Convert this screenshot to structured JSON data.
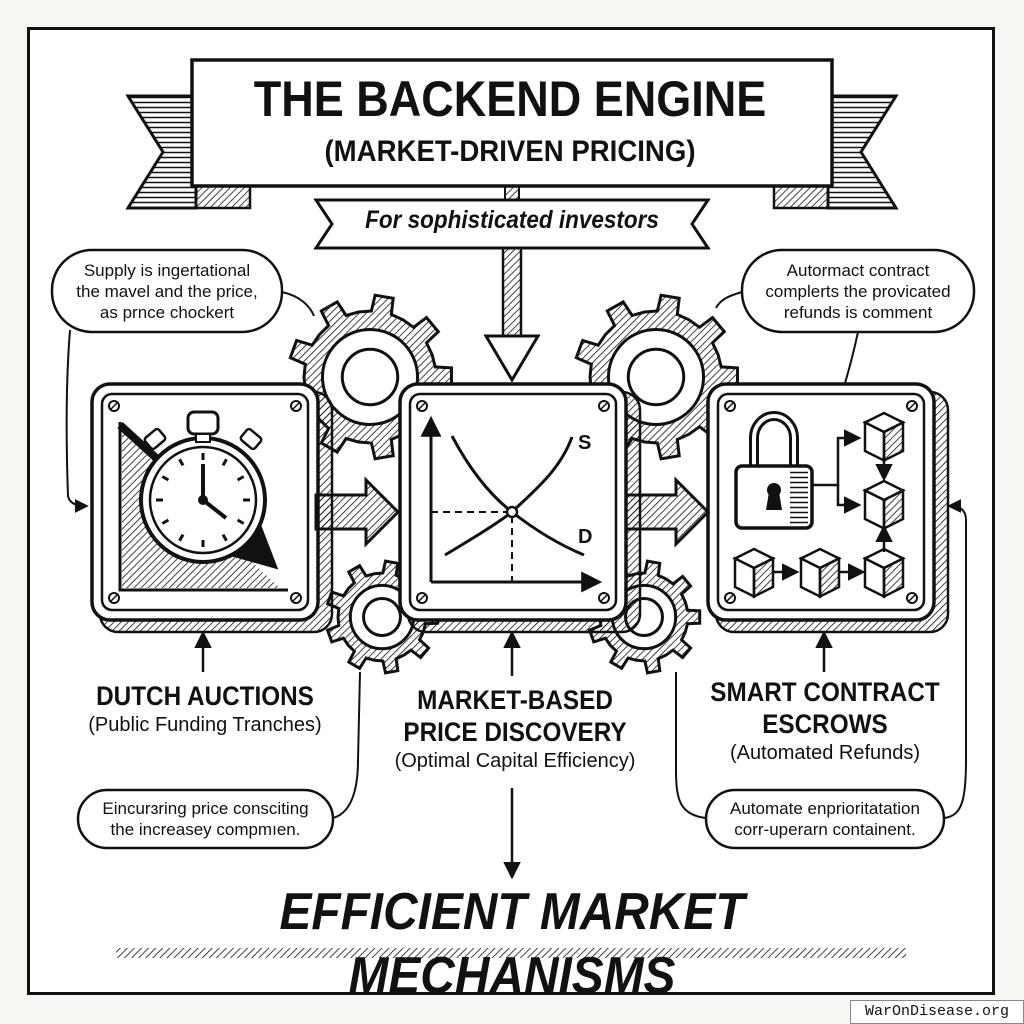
{
  "header": {
    "title": "THE BACKEND ENGINE",
    "subtitle": "(MARKET-DRIVEN PRICING)",
    "tagline": "For sophisticated investors"
  },
  "bubbles": {
    "top_left": [
      "Supply is ingertational",
      "the mavel and the price,",
      "as prnce chockert"
    ],
    "top_right": [
      "Autormact contract",
      "complerts the provicated",
      "refunds is comment"
    ],
    "bottom_left": [
      "Eincurɜring price consciting",
      "the increasey compmıen."
    ],
    "bottom_right": [
      "Automate enprioritatation",
      "corr-uperarn containent."
    ]
  },
  "panels": [
    {
      "id": "dutch-auctions",
      "icon": "stopwatch-icon",
      "title": "DUTCH AUCTIONS",
      "subtitle": "(Public Funding Tranches)"
    },
    {
      "id": "price-discovery",
      "icon": "supply-demand-chart-icon",
      "title_line1": "MARKET-BASED",
      "title_line2": "PRICE DISCOVERY",
      "subtitle": "(Optimal Capital Efficiency)",
      "curve_labels": {
        "supply": "S",
        "demand": "D"
      }
    },
    {
      "id": "smart-contract-escrows",
      "icon": "padlock-blockchain-icon",
      "title_line1": "SMART CONTRACT",
      "title_line2": "ESCROWS",
      "subtitle": "(Automated Refunds)"
    }
  ],
  "footer": {
    "title": "EFFICIENT MARKET MECHANISMS"
  },
  "watermark": "WarOnDisease.org",
  "colors": {
    "ink": "#111111",
    "paper": "#ffffff",
    "background": "#f7f6f2"
  }
}
